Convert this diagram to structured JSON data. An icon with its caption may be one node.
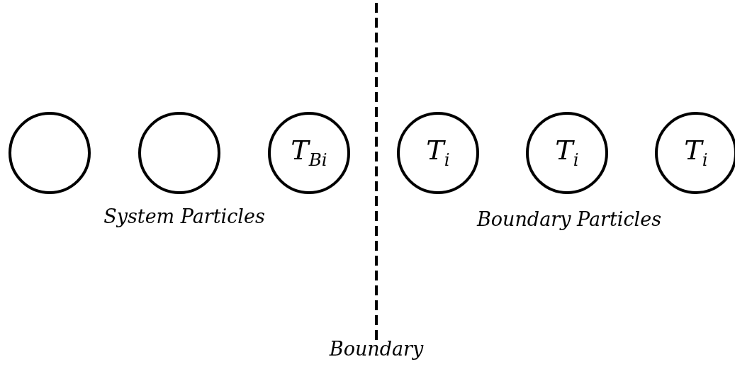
{
  "diagram": {
    "nodes": [
      {
        "text": [],
        "shape": "circle"
      },
      {
        "text": [],
        "shape": "circle"
      },
      {
        "text": [
          "T$_{B}$$_{i}$"
        ]
      },
      {
        "text": [
          "T$_{i}$"
        ]
      },
      {
        "text": [
          "T$_{i}$"
        ]
      },
      {
        "text": [
          "T$_{i}$"
        ]
      }
    ],
    "labels": [
      "System Particles",
      "Boundary Particles",
      "Boundary"
    ]
  }
}
